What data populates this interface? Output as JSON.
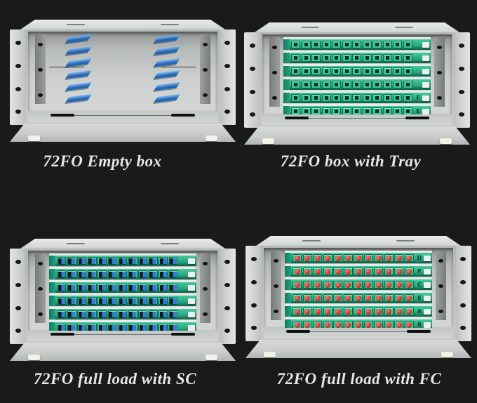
{
  "page": {
    "background": "#1a1a1b",
    "caption_color": "#e7e7e7"
  },
  "colors": {
    "metal_light": "#e9ebea",
    "metal_mid": "#c6c9c8",
    "metal_dark": "#8e9291",
    "foot": "#f2f1e9",
    "hole": "#161616"
  },
  "products": [
    {
      "id": "empty-box",
      "caption": "72FO Empty box",
      "variant": "empty",
      "clip_columns": 2,
      "clips_per_column": 6,
      "clip_color": "#1f63b2"
    },
    {
      "id": "box-with-tray",
      "caption": "72FO box with Tray",
      "variant": "tray",
      "load": "adapter",
      "tray_count": 6,
      "adapters_per_tray": 12,
      "total_ports": 72,
      "tray_color": "#2aaa82",
      "adapter_color": "#3bc795",
      "tray_labels": [
        "",
        "",
        "",
        "",
        "F",
        "E"
      ]
    },
    {
      "id": "full-load-sc",
      "caption": "72FO full load with SC",
      "variant": "tray",
      "load": "sc",
      "tray_count": 6,
      "adapters_per_tray": 12,
      "total_ports": 72,
      "tray_color": "#2aaa82",
      "adapter_color": "#3bc795",
      "connector_color": "#2e7ed6",
      "tray_labels": [
        "",
        "",
        "",
        "",
        "",
        ""
      ]
    },
    {
      "id": "full-load-fc",
      "caption": "72FO full load with FC",
      "variant": "tray",
      "load": "fc",
      "tray_count": 6,
      "adapters_per_tray": 12,
      "total_ports": 72,
      "tray_color": "#2aaa82",
      "adapter_color": "#3bc795",
      "connector_color": "#d93a2c",
      "tray_labels": [
        "D",
        "F",
        "C",
        "E",
        "A",
        "B"
      ]
    }
  ]
}
